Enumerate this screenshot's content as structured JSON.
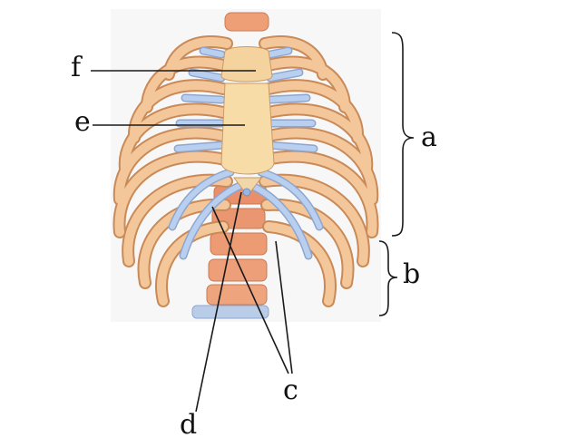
{
  "labels": {
    "a": "a",
    "b": "b",
    "c": "c",
    "d": "d",
    "e": "e",
    "f": "f"
  },
  "colors": {
    "bone": "#f0c08a",
    "bone_edge": "#c98a58",
    "cartilage": "#b6cdee",
    "cartilage_edge": "#8ea6cf",
    "sternum": "#f7dca8",
    "vertebra": "#ea9b74",
    "line": "#1a1a1a"
  }
}
